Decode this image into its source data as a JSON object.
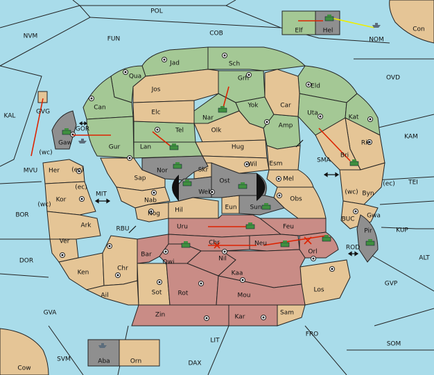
{
  "colors": {
    "sea": "#a9dcea",
    "green": "#a4c895",
    "tan": "#e5c596",
    "pink": "#c98c86",
    "gray": "#8f8f8f",
    "order_red": "#dd2200",
    "order_yellow": "#eeee00",
    "unit_green": "#3f8f3f",
    "unit_gray": "#5c6d7c"
  },
  "sea_labels": [
    {
      "id": "POL",
      "text": "POL"
    },
    {
      "id": "NVM",
      "text": "NVM"
    },
    {
      "id": "FUN",
      "text": "FUN"
    },
    {
      "id": "COB",
      "text": "COB"
    },
    {
      "id": "Con",
      "text": "Con"
    },
    {
      "id": "NOM",
      "text": "NOM"
    },
    {
      "id": "OVD",
      "text": "OVD"
    },
    {
      "id": "KAL",
      "text": "KAL"
    },
    {
      "id": "KAM",
      "text": "KAM"
    },
    {
      "id": "SMA",
      "text": "SMA"
    },
    {
      "id": "TEI",
      "text": "TEI"
    },
    {
      "id": "MVU",
      "text": "MVU"
    },
    {
      "id": "BOR",
      "text": "BOR"
    },
    {
      "id": "MIT",
      "text": "MIT"
    },
    {
      "id": "RBU",
      "text": "RBU"
    },
    {
      "id": "BUC",
      "text": "BUC"
    },
    {
      "id": "KUP",
      "text": "KUP"
    },
    {
      "id": "ROD",
      "text": "ROD"
    },
    {
      "id": "ALT",
      "text": "ALT"
    },
    {
      "id": "DOR",
      "text": "DOR"
    },
    {
      "id": "GVP",
      "text": "GVP"
    },
    {
      "id": "GVA",
      "text": "GVA"
    },
    {
      "id": "FRO",
      "text": "FRO"
    },
    {
      "id": "SOM",
      "text": "SOM"
    },
    {
      "id": "LIT",
      "text": "LIT"
    },
    {
      "id": "SVM",
      "text": "SVM"
    },
    {
      "id": "DAX",
      "text": "DAX"
    },
    {
      "id": "Cow",
      "text": "Cow"
    },
    {
      "id": "GOR",
      "text": "GOR"
    },
    {
      "id": "wc1",
      "text": "(wc)"
    },
    {
      "id": "ec1",
      "text": "(ec)"
    },
    {
      "id": "ec2",
      "text": "(ec)"
    },
    {
      "id": "wc2",
      "text": "(wc)"
    },
    {
      "id": "wc3",
      "text": "(wc)"
    },
    {
      "id": "ec3",
      "text": "(ec)"
    }
  ],
  "land_labels": [
    {
      "id": "Jad",
      "text": "Jad"
    },
    {
      "id": "Sch",
      "text": "Sch"
    },
    {
      "id": "Qua",
      "text": "Qua"
    },
    {
      "id": "Jos",
      "text": "Jos"
    },
    {
      "id": "Grh",
      "text": "Grh"
    },
    {
      "id": "Eld",
      "text": "Eld"
    },
    {
      "id": "Can",
      "text": "Can"
    },
    {
      "id": "Car",
      "text": "Car"
    },
    {
      "id": "Nar",
      "text": "Nar"
    },
    {
      "id": "Yok",
      "text": "Yok"
    },
    {
      "id": "Elc",
      "text": "Elc"
    },
    {
      "id": "Uta",
      "text": "Uta"
    },
    {
      "id": "Kat",
      "text": "Kat"
    },
    {
      "id": "Amp",
      "text": "Amp"
    },
    {
      "id": "Olk",
      "text": "Olk"
    },
    {
      "id": "Tel",
      "text": "Tel"
    },
    {
      "id": "Gur",
      "text": "Gur"
    },
    {
      "id": "Lan",
      "text": "Lan"
    },
    {
      "id": "Hug",
      "text": "Hug"
    },
    {
      "id": "Rie",
      "text": "Rie"
    },
    {
      "id": "Bri",
      "text": "Bri"
    },
    {
      "id": "Gaw",
      "text": "Gaw"
    },
    {
      "id": "Her",
      "text": "Her"
    },
    {
      "id": "Nor",
      "text": "Nor"
    },
    {
      "id": "Wil",
      "text": "Wil"
    },
    {
      "id": "Esm",
      "text": "Esm"
    },
    {
      "id": "Skr",
      "text": "Skr"
    },
    {
      "id": "Sap",
      "text": "Sap"
    },
    {
      "id": "Ost",
      "text": "Ost"
    },
    {
      "id": "Mel",
      "text": "Mel"
    },
    {
      "id": "Web",
      "text": "Web"
    },
    {
      "id": "Byn",
      "text": "Byn"
    },
    {
      "id": "Kor",
      "text": "Kor"
    },
    {
      "id": "Nab",
      "text": "Nab"
    },
    {
      "id": "Obs",
      "text": "Obs"
    },
    {
      "id": "Eun",
      "text": "Eun"
    },
    {
      "id": "Sun",
      "text": "Sun"
    },
    {
      "id": "Hil",
      "text": "Hil"
    },
    {
      "id": "Gwa",
      "text": "Gwa"
    },
    {
      "id": "Nog",
      "text": "Nog"
    },
    {
      "id": "Ark",
      "text": "Ark"
    },
    {
      "id": "Uru",
      "text": "Uru"
    },
    {
      "id": "Feu",
      "text": "Feu"
    },
    {
      "id": "Pir",
      "text": "Pir"
    },
    {
      "id": "Ver",
      "text": "Ver"
    },
    {
      "id": "Chr",
      "text": "Chr"
    },
    {
      "id": "Neu",
      "text": "Neu"
    },
    {
      "id": "Bar",
      "text": "Bar"
    },
    {
      "id": "Orl",
      "text": "Orl"
    },
    {
      "id": "Qwi",
      "text": "Qwi"
    },
    {
      "id": "Nil",
      "text": "Nil"
    },
    {
      "id": "Ken",
      "text": "Ken"
    },
    {
      "id": "Kaa",
      "text": "Kaa"
    },
    {
      "id": "Chrx",
      "text": "Chr"
    },
    {
      "id": "Ail",
      "text": "Ail"
    },
    {
      "id": "Los",
      "text": "Los"
    },
    {
      "id": "Sot",
      "text": "Sot"
    },
    {
      "id": "Rot",
      "text": "Rot"
    },
    {
      "id": "Mou",
      "text": "Mou"
    },
    {
      "id": "Zin",
      "text": "Zin"
    },
    {
      "id": "Kar",
      "text": "Kar"
    },
    {
      "id": "Sam",
      "text": "Sam"
    },
    {
      "id": "Elf",
      "text": "Elf"
    },
    {
      "id": "Hel",
      "text": "Hel"
    },
    {
      "id": "GVG",
      "text": "GVG"
    },
    {
      "id": "Aba",
      "text": "Aba"
    },
    {
      "id": "Orn",
      "text": "Orn"
    }
  ]
}
